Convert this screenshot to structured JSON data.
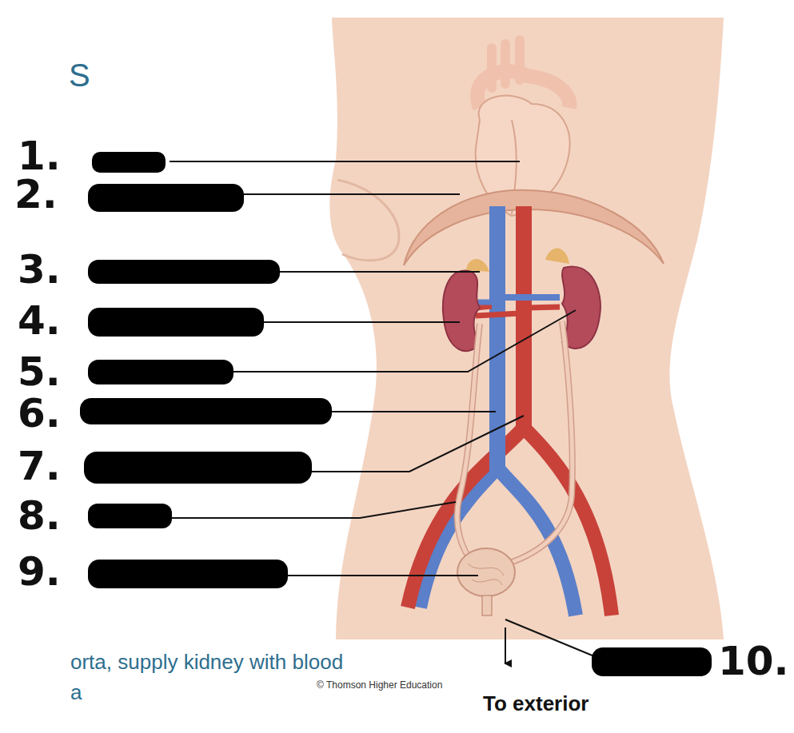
{
  "diagram": {
    "labels": [
      "S",
      "1.",
      "2.",
      "3.",
      "4.",
      "5.",
      "6.",
      "7.",
      "8.",
      "9.",
      "10.",
      "orta, supply kidney with blood",
      "a",
      "© Thomson Higher Education",
      "To exterior"
    ]
  }
}
